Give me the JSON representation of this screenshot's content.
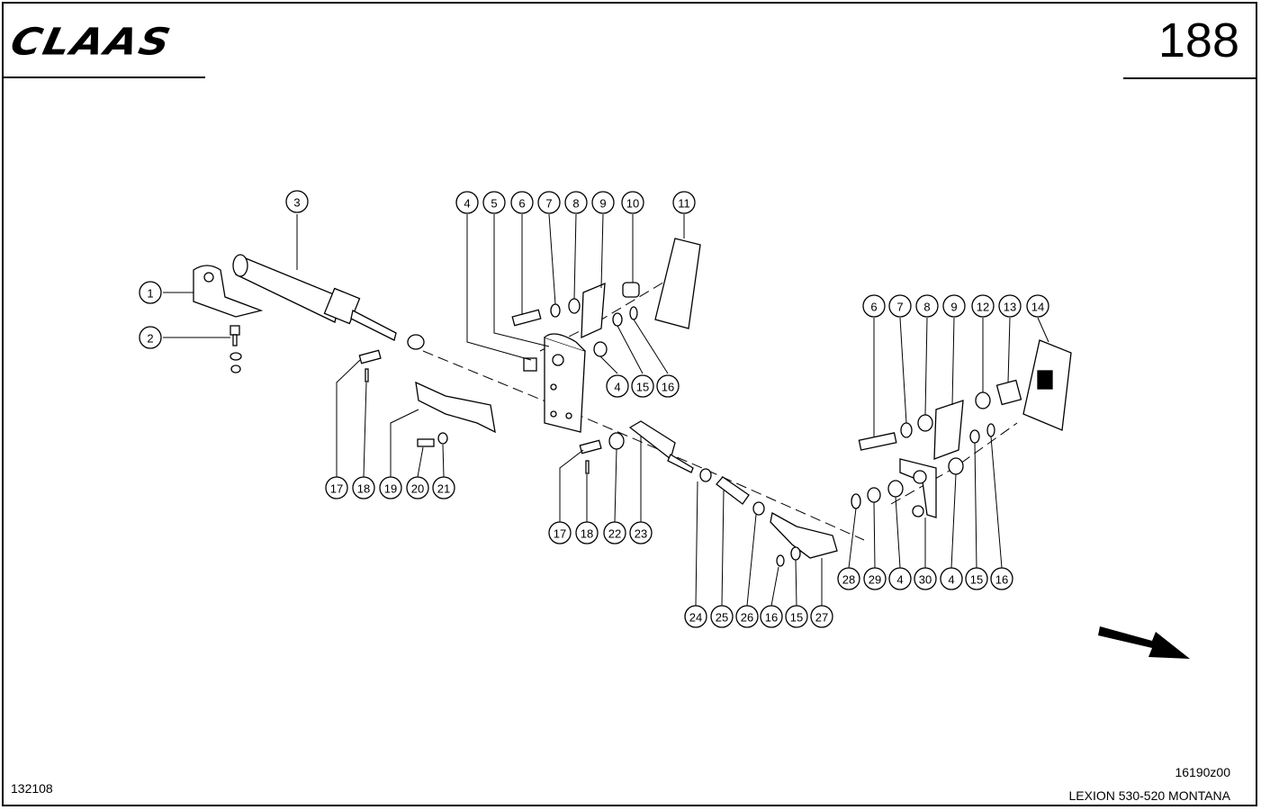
{
  "header": {
    "brand": "CLAAS",
    "page_number": "188"
  },
  "footer": {
    "left_code": "132108",
    "drawing_code": "16190z00",
    "model": "LEXION 530-520 MONTANA"
  },
  "callouts": [
    "1",
    "2",
    "3",
    "4",
    "5",
    "6",
    "7",
    "8",
    "9",
    "10",
    "11",
    "4",
    "15",
    "16",
    "6",
    "7",
    "8",
    "9",
    "12",
    "13",
    "14",
    "17",
    "18",
    "19",
    "20",
    "21",
    "17",
    "18",
    "22",
    "23",
    "24",
    "25",
    "26",
    "16",
    "15",
    "27",
    "28",
    "29",
    "4",
    "30",
    "4",
    "15",
    "16"
  ]
}
